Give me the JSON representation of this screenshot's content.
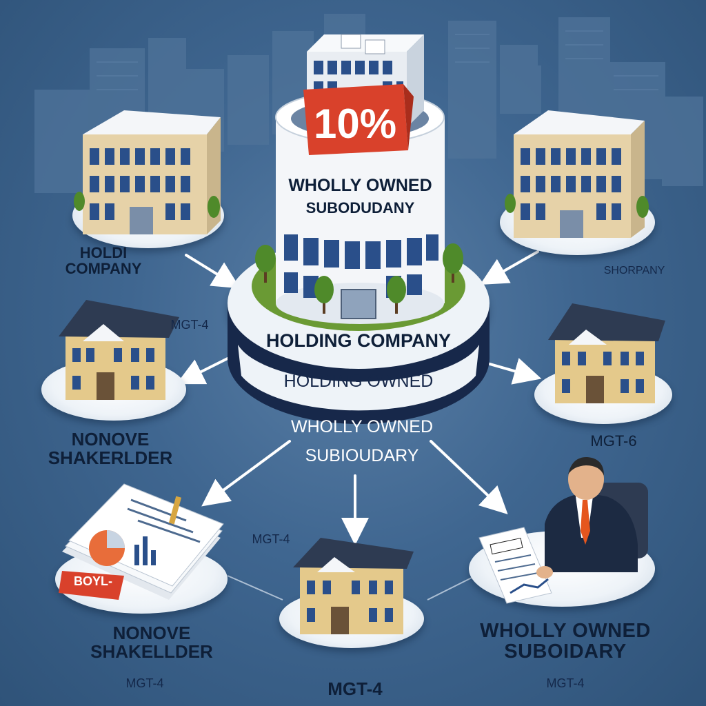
{
  "center": {
    "badge": "10%",
    "tower_line1": "WHOLLY OWNED",
    "tower_line2": "SUBODUDANY",
    "ring_line1": "HOLDING COMPANY",
    "ring_line2": "HOLDING OWNED",
    "caption_line1": "WHOLLY OWNED",
    "caption_line2": "SUBIOUDARY"
  },
  "nodes": {
    "top_left": {
      "line1": "HOLDI",
      "line2": "COMPANY"
    },
    "top_right": {
      "line1": "SHORPANY"
    },
    "mid_left": {
      "tag": "MGT-4",
      "line1": "NONOVE",
      "line2": "SHAKERLDER"
    },
    "mid_right": {
      "tag": "MGT-6"
    },
    "bottom_left": {
      "tag": "MGT-4",
      "doc_tag": "BOYL-",
      "line1": "NONOVE",
      "line2": "SHAKELLDER",
      "line3": "MGT-4"
    },
    "bottom_center": {
      "line1": "MGT-4"
    },
    "bottom_right": {
      "line1": "WHOLLY OWNED",
      "line2": "SUBOIDARY",
      "line3": "MGT-4"
    }
  },
  "colors": {
    "background": "#3f6690",
    "badge": "#d9412b",
    "ring_dark": "#17284a",
    "building_blue": "#2a4f8a",
    "grass": "#6a9a34"
  }
}
